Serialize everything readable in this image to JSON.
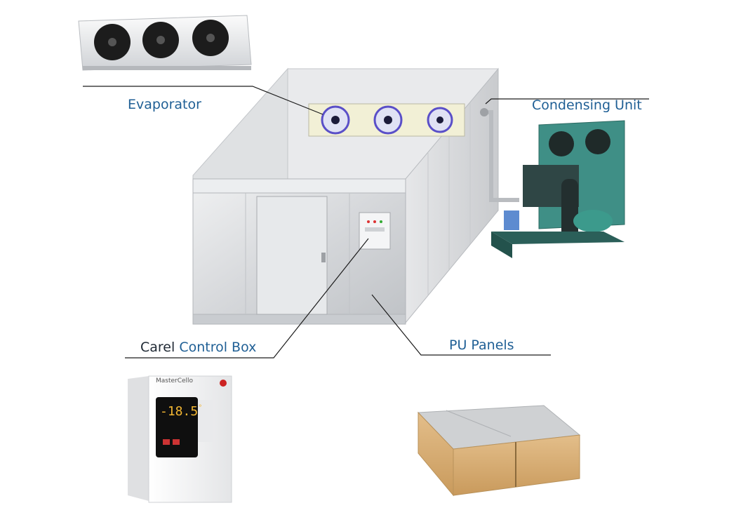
{
  "labels": {
    "evaporator": "Evaporator",
    "condensing_unit": "Condensing Unit",
    "carel_prefix": "Carel",
    "control_box": "Control Box",
    "pu_panels": "PU Panels"
  },
  "controller": {
    "brand": "MasterCello",
    "display_value": "-18.5",
    "display_unit": "°"
  },
  "colors": {
    "label_blue": "#1f5f95",
    "panel_steel": "#d7d9dc",
    "condensing_green": "#3f8f86",
    "foam_core": "#d8b07a",
    "fan_blue": "#5a4fc8",
    "display_amber": "#f2b632"
  }
}
